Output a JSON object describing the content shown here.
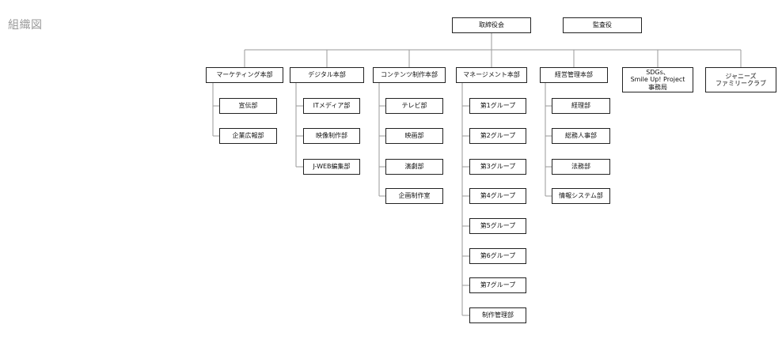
{
  "page_title": "組織図",
  "top": {
    "board": "取締役会",
    "auditor": "監査役"
  },
  "divisions": [
    {
      "name": "マーケティング本部",
      "subs": [
        "宣伝部",
        "企業広報部"
      ]
    },
    {
      "name": "デジタル本部",
      "subs": [
        "ITメディア部",
        "映像制作部",
        "J-WEB編集部"
      ]
    },
    {
      "name": "コンテンツ制作本部",
      "subs": [
        "テレビ部",
        "映画部",
        "演劇部",
        "企画制作室"
      ]
    },
    {
      "name": "マネージメント本部",
      "subs": [
        "第1グループ",
        "第2グループ",
        "第3グループ",
        "第4グループ",
        "第5グループ",
        "第6グループ",
        "第7グループ",
        "制作管理部"
      ]
    },
    {
      "name": "経営管理本部",
      "subs": [
        "経理部",
        "総務人事部",
        "法務部",
        "情報システム部"
      ]
    },
    {
      "name": "SDGs、\nSmile Up! Project\n事務局",
      "subs": []
    },
    {
      "name": "ジャニーズ\nファミリークラブ",
      "subs": []
    }
  ],
  "colors": {
    "line": "#9a9a9a",
    "box_border": "#222222",
    "title": "#9a9a9a"
  }
}
